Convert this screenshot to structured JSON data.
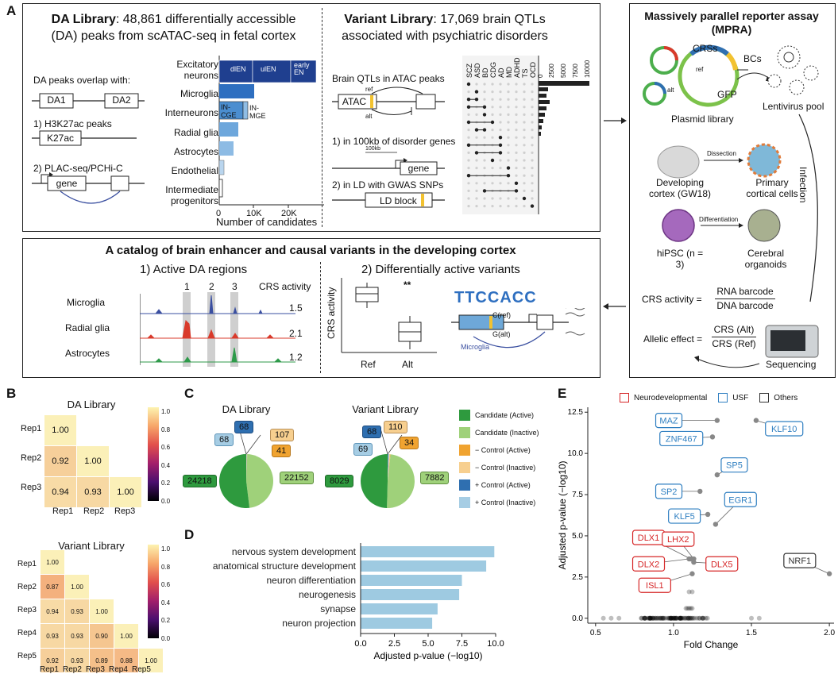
{
  "panel_letters": {
    "a": "A",
    "b": "B",
    "c": "C",
    "d": "D",
    "e": "E"
  },
  "da_library": {
    "title_bold": "DA Library",
    "title_rest": ": 48,861 differentially accessible",
    "title_line2": "(DA) peaks from scATAC-seq in fetal cortex",
    "overlap_label": "DA peaks overlap with:",
    "da1": "DA1",
    "da2": "DA2",
    "h3k27ac_label": "1) H3K27ac peaks",
    "k27ac": "K27ac",
    "plac_label": "2) PLAC-seq/PCHi-C",
    "gene": "gene",
    "cell_types": [
      "Excitatory neurons",
      "Microglia",
      "Interneurons",
      "Radial glia",
      "Astrocytes",
      "Endothelial",
      "Intermediate progenitors"
    ],
    "bar_labels": [
      "dlEN",
      "ulEN",
      "early EN",
      "IN-CGE",
      "IN-MGE"
    ],
    "xticks": [
      "0",
      "10K",
      "20K"
    ],
    "xlabel": "Number of candidates"
  },
  "variant_library": {
    "title_bold": "Variant Library",
    "title_rest": ": 17,069 brain QTLs",
    "title_line2": "associated with psychiatric disorders",
    "atac_label": "Brain QTLs in ATAC peaks",
    "atac": "ATAC",
    "ref": "ref",
    "alt": "alt",
    "genes_label": "1) in 100kb of disorder genes",
    "kb": "100kb",
    "gene": "gene",
    "ld_label": "2) in LD with GWAS SNPs",
    "ld_block": "LD block",
    "disorders": [
      "SCZ",
      "ASD",
      "BD",
      "CDG",
      "AD",
      "MD",
      "ADHD",
      "TS",
      "OCD"
    ],
    "count_ticks": [
      "10000",
      "7500",
      "5000",
      "2500",
      "0"
    ]
  },
  "mpra": {
    "title": "Massively parallel reporter assay (MPRA)",
    "crss": "CRSs",
    "bcs": "BCs",
    "ref": "ref",
    "alt": "alt",
    "gfp": "GFP",
    "plasmid": "Plasmid library",
    "lentivirus": "Lentivirus pool",
    "dissection": "Dissection",
    "infection": "Infection",
    "cortex": "Developing cortex (GW18)",
    "primary": "Primary cortical cells",
    "differentiation": "Differentiation",
    "hipsc": "hiPSC (n = 3)",
    "organoids": "Cerebral organoids",
    "crs_activity": "CRS activity =",
    "rna": "RNA barcode",
    "dna": "DNA barcode",
    "allelic": "Allelic effect =",
    "crs_alt": "CRS (Alt)",
    "crs_ref": "CRS (Ref)",
    "sequencing": "Sequencing"
  },
  "catalog": {
    "title": "A catalog of brain enhancer and causal variants in the developing cortex",
    "active_title": "1) Active DA regions",
    "crs_activity": "CRS activity",
    "region_nums": [
      "1",
      "2",
      "3"
    ],
    "tracks": [
      {
        "name": "Microglia",
        "value": "1.5",
        "color": "#3a4fa0"
      },
      {
        "name": "Radial glia",
        "value": "2.1",
        "color": "#d93a2b"
      },
      {
        "name": "Astrocytes",
        "value": "1.2",
        "color": "#2e9a4a"
      }
    ],
    "variant_title": "2) Differentially active variants",
    "ylabel": "CRS activity",
    "sig": "**",
    "ref": "Ref",
    "alt": "Alt",
    "motif": "TTCCACC",
    "c_ref": "C(ref)",
    "g_alt": "G(alt)",
    "microglia": "Microglia"
  },
  "panel_b": {
    "da_title": "DA Library",
    "da_rows": [
      "Rep1",
      "Rep2",
      "Rep3"
    ],
    "da_matrix": [
      [
        "1.00"
      ],
      [
        "0.92",
        "1.00"
      ],
      [
        "0.94",
        "0.93",
        "1.00"
      ]
    ],
    "var_title": "Variant Library",
    "var_rows": [
      "Rep1",
      "Rep2",
      "Rep3",
      "Rep4",
      "Rep5"
    ],
    "var_matrix": [
      [
        "1.00"
      ],
      [
        "0.87",
        "1.00"
      ],
      [
        "0.94",
        "0.93",
        "1.00"
      ],
      [
        "0.93",
        "0.93",
        "0.90",
        "1.00"
      ],
      [
        "0.92",
        "0.93",
        "0.89",
        "0.88",
        "1.00"
      ]
    ],
    "scale_ticks": [
      "1.0",
      "0.8",
      "0.6",
      "0.4",
      "0.2",
      "0.0"
    ]
  },
  "panel_c": {
    "pies": [
      {
        "title": "DA Library",
        "values": {
          "cand_active": "24218",
          "cand_inactive": "22152",
          "neg_active": "41",
          "neg_inactive": "107",
          "pos_active": "68",
          "pos_inactive": "68"
        }
      },
      {
        "title": "Variant Library",
        "values": {
          "cand_active": "8029",
          "cand_inactive": "7882",
          "neg_active": "34",
          "neg_inactive": "110",
          "pos_active": "68",
          "pos_inactive": "69"
        }
      }
    ],
    "legend": [
      {
        "label": "Candidate (Active)",
        "color": "#2e9a3e"
      },
      {
        "label": "Candidate (Inactive)",
        "color": "#9fd17a"
      },
      {
        "label": "− Control (Active)",
        "color": "#f0a330"
      },
      {
        "label": "− Control (Inactive)",
        "color": "#f7cf8f"
      },
      {
        "label": "+ Control (Active)",
        "color": "#2f6fb0"
      },
      {
        "label": "+ Control (Inactive)",
        "color": "#a6cde4"
      }
    ]
  },
  "chart_data": [
    {
      "type": "bar",
      "orientation": "horizontal",
      "categories": [
        "nervous system development",
        "anatomical structure development",
        "neuron differentiation",
        "neurogenesis",
        "synapse",
        "neuron projection"
      ],
      "values": [
        9.9,
        9.3,
        7.5,
        7.3,
        5.7,
        5.3
      ],
      "xlabel": "Adjusted p-value (−log10)",
      "xlim": [
        0,
        10
      ],
      "xticks": [
        "0.0",
        "2.5",
        "5.0",
        "7.5",
        "10.0"
      ],
      "color": "#9ecae1"
    },
    {
      "type": "scatter",
      "xlabel": "Fold Change",
      "ylabel": "Adjusted p-value (−log10)",
      "xlim": [
        0.45,
        2.03
      ],
      "ylim": [
        -0.3,
        12.8
      ],
      "xticks": [
        "0.5",
        "1.0",
        "1.5",
        "2.0"
      ],
      "yticks": [
        "0.0",
        "2.5",
        "5.0",
        "7.5",
        "10.0",
        "12.5"
      ],
      "legend": [
        {
          "label": "Neurodevelopmental",
          "color": "#d62728"
        },
        {
          "label": "USF",
          "color": "#2f7fc1"
        },
        {
          "label": "Others",
          "color": "#333333"
        }
      ],
      "labeled_points": [
        {
          "label": "MAZ",
          "x": 1.28,
          "y": 12.0,
          "group": "USF"
        },
        {
          "label": "KLF10",
          "x": 1.53,
          "y": 12.0,
          "group": "USF"
        },
        {
          "label": "ZNF467",
          "x": 1.25,
          "y": 11.0,
          "group": "USF"
        },
        {
          "label": "SP5",
          "x": 1.28,
          "y": 8.7,
          "group": "USF"
        },
        {
          "label": "SP2",
          "x": 1.17,
          "y": 7.7,
          "group": "USF"
        },
        {
          "label": "EGR1",
          "x": 1.27,
          "y": 5.7,
          "group": "USF"
        },
        {
          "label": "KLF5",
          "x": 1.22,
          "y": 6.3,
          "group": "USF"
        },
        {
          "label": "DLX1",
          "x": 1.11,
          "y": 3.6,
          "group": "Neurodevelopmental"
        },
        {
          "label": "LHX2",
          "x": 1.13,
          "y": 3.6,
          "group": "Neurodevelopmental"
        },
        {
          "label": "DLX2",
          "x": 1.1,
          "y": 3.6,
          "group": "Neurodevelopmental"
        },
        {
          "label": "DLX5",
          "x": 1.13,
          "y": 3.4,
          "group": "Neurodevelopmental"
        },
        {
          "label": "ISL1",
          "x": 1.12,
          "y": 2.7,
          "group": "Neurodevelopmental"
        },
        {
          "label": "NRF1",
          "x": 2.0,
          "y": 2.7,
          "group": "Others"
        }
      ]
    }
  ]
}
